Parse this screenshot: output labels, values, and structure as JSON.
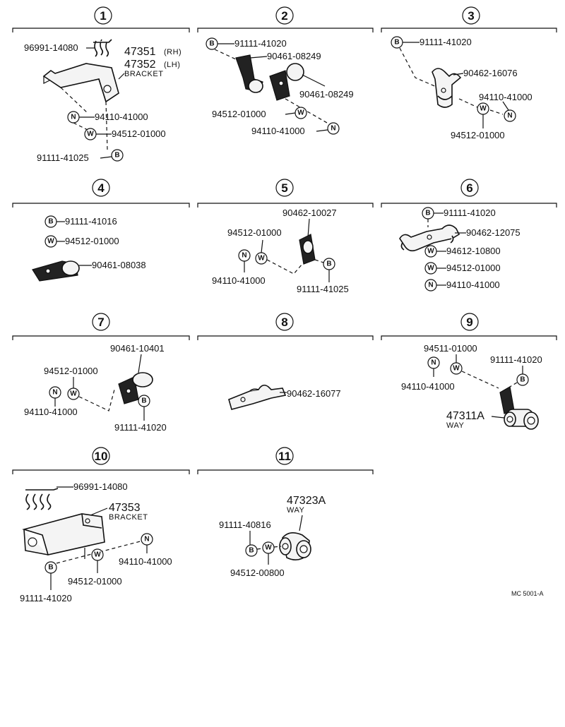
{
  "sections": {
    "s1": {
      "number": "1",
      "clip": "96991-14080",
      "bracket_rh": "47351",
      "rh": "(RH)",
      "bracket_lh": "47352",
      "lh": "(LH)",
      "bracket_label": "BRACKET",
      "nut": "94110-41000",
      "washer": "94512-01000",
      "bolt": "91111-41025"
    },
    "s2": {
      "number": "2",
      "bolt": "91111-41020",
      "clamp_a": "90461-08249",
      "clamp_b": "90461-08249",
      "washer": "94512-01000",
      "nut": "94110-41000"
    },
    "s3": {
      "number": "3",
      "bolt": "91111-41020",
      "clamp": "90462-16076",
      "nut": "94110-41000",
      "washer": "94512-01000"
    },
    "s4": {
      "number": "4",
      "bolt": "91111-41016",
      "washer": "94512-01000",
      "clamp": "90461-08038"
    },
    "s5": {
      "number": "5",
      "clamp": "90462-10027",
      "washer": "94512-01000",
      "nut": "94110-41000",
      "bolt": "91111-41025"
    },
    "s6": {
      "number": "6",
      "bolt": "91111-41020",
      "clamp": "90462-12075",
      "washer_a": "94612-10800",
      "washer_b": "94512-01000",
      "nut": "94110-41000"
    },
    "s7": {
      "number": "7",
      "clamp": "90461-10401",
      "washer": "94512-01000",
      "nut": "94110-41000",
      "bolt": "91111-41020"
    },
    "s8": {
      "number": "8",
      "clamp": "90462-16077"
    },
    "s9": {
      "number": "9",
      "washer": "94511-01000",
      "bolt": "91111-41020",
      "nut": "94110-41000",
      "way": "47311A",
      "way_label": "WAY"
    },
    "s10": {
      "number": "10",
      "clip": "96991-14080",
      "bracket": "47353",
      "bracket_label": "BRACKET",
      "nut": "94110-41000",
      "washer": "94512-01000",
      "bolt": "91111-41020"
    },
    "s11": {
      "number": "11",
      "way": "47323A",
      "way_label": "WAY",
      "bolt": "91111-40816",
      "washer": "94512-00800"
    }
  },
  "symbols": {
    "bolt": "B",
    "washer": "W",
    "nut": "N"
  },
  "footer": {
    "code": "MC 5001-A"
  }
}
